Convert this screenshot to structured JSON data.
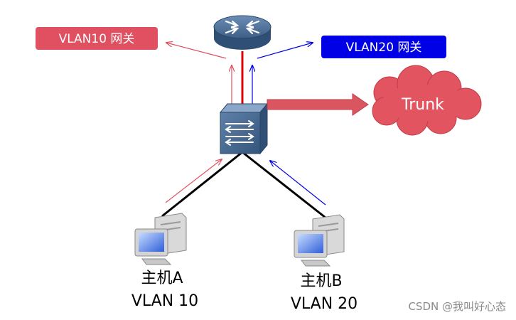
{
  "labels": {
    "vlan10_gateway": "VLAN10 网关",
    "vlan20_gateway": "VLAN20 网关",
    "trunk": "Trunk",
    "host_a_name": "主机A",
    "host_a_vlan": "VLAN 10",
    "host_b_name": "主机B",
    "host_b_vlan": "VLAN 20"
  },
  "watermark": "CSDN @我叫好心态",
  "colors": {
    "vlan10": "#e05060",
    "vlan20": "#0000e6",
    "trunk_link": "#e00000",
    "device_blue": "#3d5f86"
  },
  "icons": {
    "router": "router-icon",
    "switch": "switch-icon",
    "pc": "pc-icon",
    "cloud": "cloud-icon"
  }
}
